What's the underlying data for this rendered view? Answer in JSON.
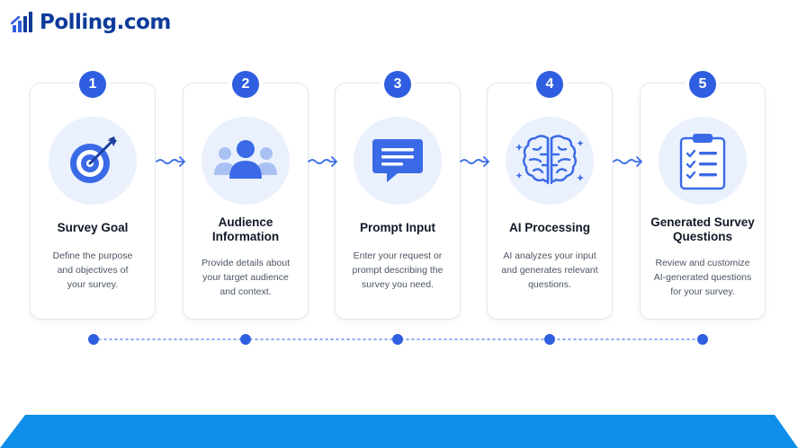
{
  "brand": {
    "name": "Polling.com",
    "color": "#0e3b9a"
  },
  "accent_color": "#2f5fe0",
  "steps": [
    {
      "number": "1",
      "icon": "target-icon",
      "title": "Survey Goal",
      "description": "Define the purpose and objectives of your survey."
    },
    {
      "number": "2",
      "icon": "users-icon",
      "title": "Audience Information",
      "description": "Provide details about your target audience and context."
    },
    {
      "number": "3",
      "icon": "chat-bubble-icon",
      "title": "Prompt Input",
      "description": "Enter your request or prompt describing the survey you need."
    },
    {
      "number": "4",
      "icon": "brain-icon",
      "title": "AI Processing",
      "description": "AI analyzes your input and generates relevant questions."
    },
    {
      "number": "5",
      "icon": "clipboard-checklist-icon",
      "title": "Generated Survey Questions",
      "description": "Review and customize AI-generated questions for your survey."
    }
  ]
}
